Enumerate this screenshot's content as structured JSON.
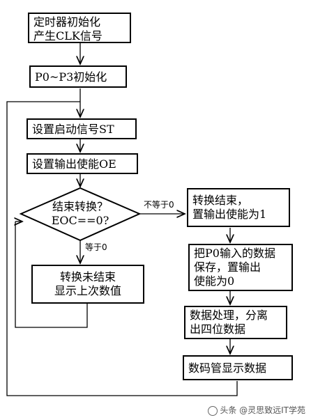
{
  "flowchart": {
    "init_timer": [
      "定时器初始化",
      "产生CLK信号"
    ],
    "init_ports": "P0~P3初始化",
    "set_start": "设置启动信号ST",
    "set_output_enable": "设置输出使能OE",
    "decision": [
      "结束转换？",
      "EOC==0?"
    ],
    "label_not_equal": "不等于0",
    "label_equal": "等于0",
    "conversion_done": [
      "转换结束，",
      "置输出使能为1"
    ],
    "not_done": [
      "转换未结束",
      "显示上次数值"
    ],
    "save_p0": [
      "把P0输入的数据",
      "保存，置输出",
      "使能为0"
    ],
    "process_data": [
      "数据处理，分离",
      "出四位数据"
    ],
    "display_digits": "数码管显示数据"
  },
  "watermark": "头条 @灵思致远IT学苑"
}
